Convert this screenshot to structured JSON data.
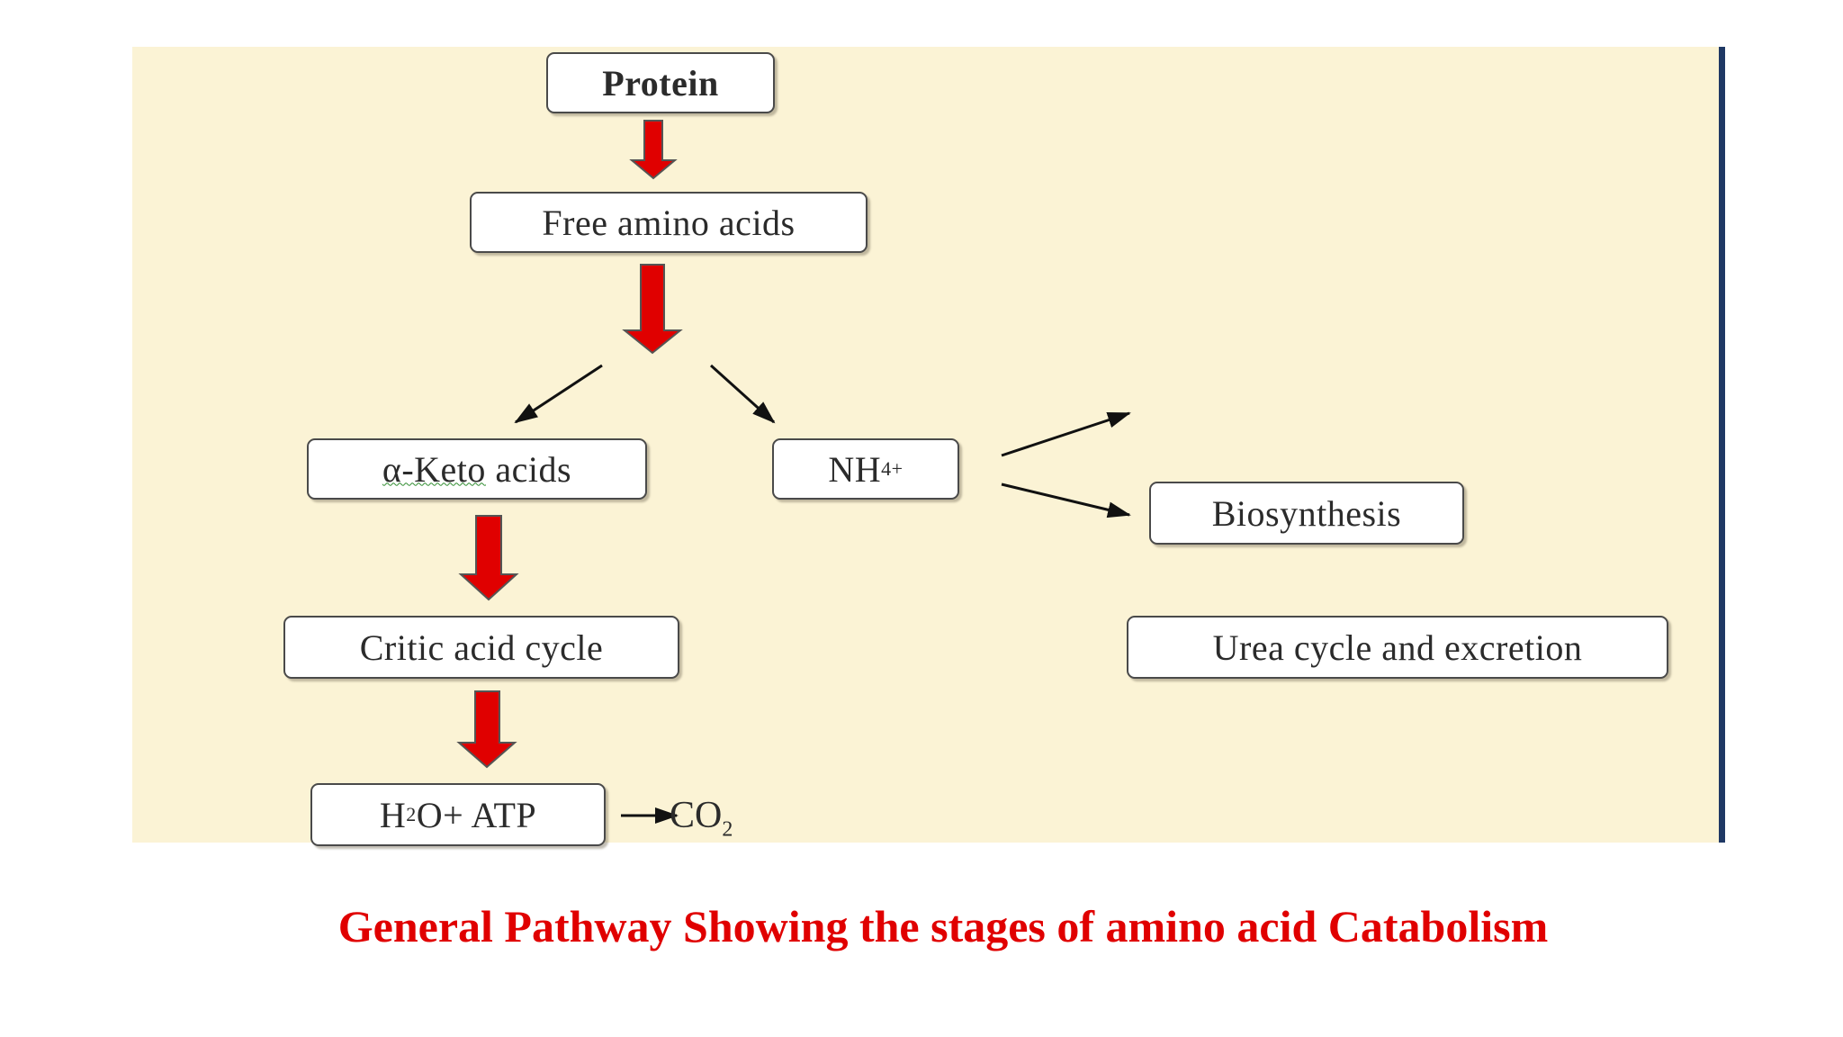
{
  "nodes": {
    "protein": "Protein",
    "free_amino_acids": "Free amino acids",
    "keto_prefix": "α-Keto",
    "keto_suffix": " acids",
    "nh4_base": "NH",
    "nh4_sub": "4",
    "nh4_sup": "+",
    "biosynthesis": "Biosynthesis",
    "critic_acid_cycle": "Critic acid cycle",
    "urea_cycle": "Urea cycle and excretion",
    "h2o_h": "H",
    "h2o_sub": "2",
    "h2o_rest": "O+ ATP",
    "co2_base": "CO",
    "co2_sub": "2"
  },
  "caption": "General Pathway Showing the stages of amino acid Catabolism",
  "colors": {
    "panel_background": "#fbf3d5",
    "block_arrow": "#e00000",
    "caption": "#e00000",
    "panel_edge": "#1f3864"
  }
}
